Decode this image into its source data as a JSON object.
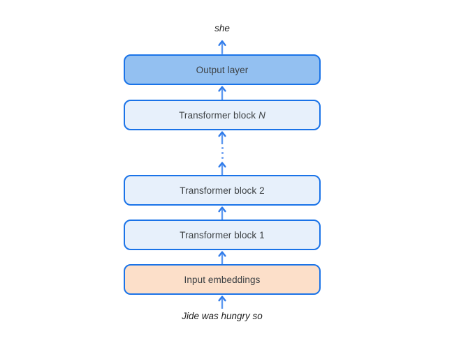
{
  "tokens": {
    "output": "she",
    "input": "Jide was hungry so"
  },
  "blocks": [
    {
      "label": "Output layer"
    },
    {
      "label": "Transformer block",
      "label_italic": "N"
    },
    {
      "label": "Transformer block 2"
    },
    {
      "label": "Transformer block 1"
    },
    {
      "label": "Input embeddings"
    }
  ],
  "icons": {
    "arrow": "up-arrow",
    "ellipsis": "vertical-ellipsis"
  },
  "colors": {
    "background": "#ffffff",
    "box_border": "#1a73e8",
    "output_layer_fill": "#93c0f1",
    "transformer_block_fill": "#e7f0fb",
    "input_embeddings_fill": "#fcdfc9",
    "arrow_shaft": "#5f9af0",
    "arrow_head": "#2f7bea",
    "ellipsis_dot": "#79a7f2",
    "box_label_text": "#3c4043",
    "token_text": "#1f1f1f"
  }
}
